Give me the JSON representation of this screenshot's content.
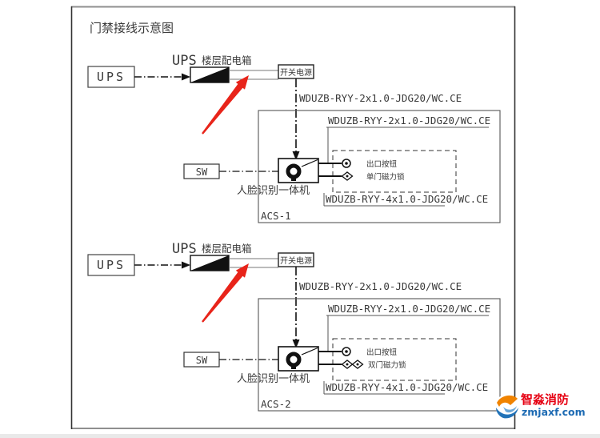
{
  "title": "门禁接线示意图",
  "sections": [
    {
      "ups_label": "UPS",
      "dist_label_en": "UPS",
      "dist_label_cn": "楼层配电箱",
      "psu_label": "开关电源",
      "cable_riser": "WDUZB-RYY-2x1.0-JDG20/WC.CE",
      "cable_inner_top": "WDUZB-RYY-2x1.0-JDG20/WC.CE",
      "cable_inner_bottom": "WDUZB-RYY-4x1.0-JDG20/WC.CE",
      "sw_label": "SW",
      "device_label": "人脸识别一体机",
      "exit_button_label": "出口按钮",
      "lock_label": "单门磁力锁",
      "acs_label": "ACS-1"
    },
    {
      "ups_label": "UPS",
      "dist_label_en": "UPS",
      "dist_label_cn": "楼层配电箱",
      "psu_label": "开关电源",
      "cable_riser": "WDUZB-RYY-2x1.0-JDG20/WC.CE",
      "cable_inner_top": "WDUZB-RYY-2x1.0-JDG20/WC.CE",
      "cable_inner_bottom": "WDUZB-RYY-4x1.0-JDG20/WC.CE",
      "sw_label": "SW",
      "device_label": "人脸识别一体机",
      "exit_button_label": "出口按钮",
      "lock_label": "双门磁力锁",
      "acs_label": "ACS-2"
    }
  ],
  "watermark": {
    "brand": "智淼消防",
    "site": "zmjaxf.com"
  },
  "colors": {
    "callout_arrow": "#e8241a",
    "brand_red": "#e60012",
    "brand_blue": "#1c6ab3",
    "logo_orange": "#f08300",
    "line_dark": "#222222",
    "line_gray": "#555555"
  }
}
